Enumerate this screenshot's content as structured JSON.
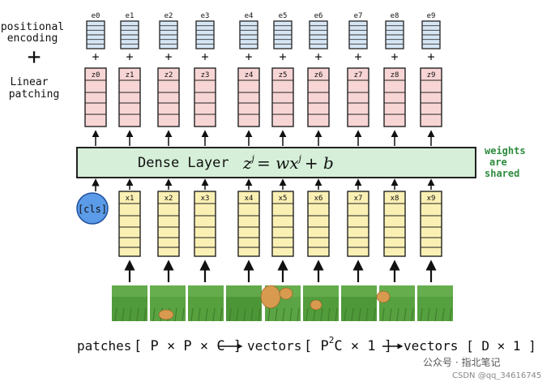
{
  "left_labels": {
    "positional_encoding": [
      "positional",
      "encoding"
    ],
    "plus": "+",
    "linear_patching": [
      "Linear",
      "patching"
    ]
  },
  "positional_labels": [
    "e0",
    "e1",
    "e2",
    "e3",
    "e4",
    "e5",
    "e6",
    "e7",
    "e8",
    "e9"
  ],
  "output_labels": [
    "z0",
    "z1",
    "z2",
    "z3",
    "z4",
    "z5",
    "z6",
    "z7",
    "z8",
    "z9"
  ],
  "input_labels": [
    "x1",
    "x2",
    "x3",
    "x4",
    "x5",
    "x6",
    "x7",
    "x8",
    "x9"
  ],
  "plus_sign": "+",
  "dense_layer": {
    "label": "Dense Layer",
    "formula": {
      "z": "z",
      "sup": "j",
      "mid": "= wx",
      "sup2": "j",
      "tail": "+ b"
    }
  },
  "weights_note": [
    "weights",
    "are",
    "shared"
  ],
  "cls_token": "[cls]",
  "bottom_caption": {
    "part1": "patches",
    "part2": "[ P × P × C ]",
    "part3": "vectors",
    "part4": "[ P",
    "part4_sup": "2",
    "part5": "C  × 1 ]",
    "part6": "vectors [ D × 1 ]"
  },
  "watermark": {
    "brand": "公众号 · 指北笔记",
    "csdn": "CSDN @qq_34616745"
  },
  "colors": {
    "pos_fill": "#d6e6f5",
    "out_fill": "#f8d5d5",
    "in_fill": "#fbf0b4",
    "dense_fill": "#d5efd8",
    "cls_fill": "#5b9be8",
    "weights_text": "#2e8b3e"
  }
}
